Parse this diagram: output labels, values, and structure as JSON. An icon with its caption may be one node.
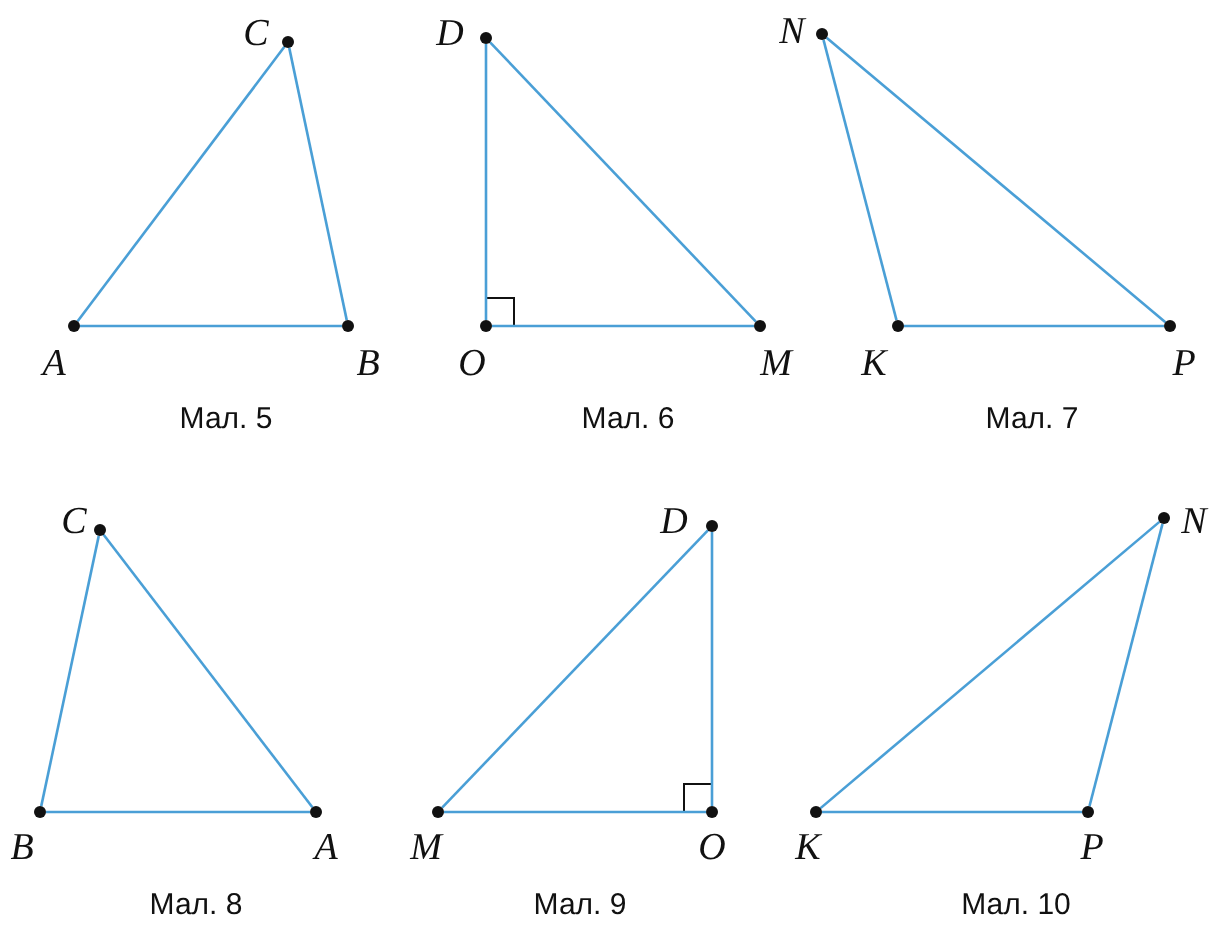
{
  "diagram": {
    "nodes": [
      {
        "text": [],
        "shape": "circle",
        "beside": [
          "C"
        ]
      },
      {
        "text": [],
        "shape": "circle",
        "beside": [
          "A"
        ]
      },
      {
        "text": [],
        "shape": "circle",
        "beside": [
          "B"
        ]
      },
      {
        "text": [],
        "shape": "circle",
        "beside": [
          "D"
        ]
      },
      {
        "text": [],
        "shape": "circle",
        "beside": [
          "O"
        ]
      },
      {
        "text": [],
        "shape": "circle",
        "beside": [
          "M"
        ]
      },
      {
        "text": [],
        "shape": "circle",
        "beside": [
          "N"
        ]
      },
      {
        "text": [],
        "shape": "circle",
        "beside": [
          "K"
        ]
      },
      {
        "text": [],
        "shape": "circle",
        "beside": [
          "P"
        ]
      },
      {
        "text": [],
        "shape": "circle",
        "beside": [
          "C"
        ]
      },
      {
        "text": [],
        "shape": "circle",
        "beside": [
          "B"
        ]
      },
      {
        "text": [],
        "shape": "circle",
        "beside": [
          "A"
        ]
      },
      {
        "text": [],
        "shape": "circle",
        "beside": [
          "D"
        ]
      },
      {
        "text": [],
        "shape": "circle",
        "beside": [
          "M"
        ]
      },
      {
        "text": [],
        "shape": "circle",
        "beside": [
          "O"
        ]
      },
      {
        "text": [],
        "shape": "circle",
        "beside": [
          "N"
        ]
      },
      {
        "text": [],
        "shape": "circle",
        "beside": [
          "K"
        ]
      },
      {
        "text": [],
        "shape": "circle",
        "beside": [
          "P"
        ]
      }
    ],
    "edges": [
      {
        "from": 0,
        "to": 1,
        "arrow": "none"
      },
      {
        "from": 1,
        "to": 2,
        "arrow": "none"
      },
      {
        "from": 2,
        "to": 0,
        "arrow": "none"
      },
      {
        "from": 3,
        "to": 4,
        "arrow": "none"
      },
      {
        "from": 4,
        "to": 5,
        "arrow": "none"
      },
      {
        "from": 5,
        "to": 3,
        "arrow": "none"
      },
      {
        "from": 6,
        "to": 7,
        "arrow": "none"
      },
      {
        "from": 7,
        "to": 8,
        "arrow": "none"
      },
      {
        "from": 8,
        "to": 6,
        "arrow": "none"
      },
      {
        "from": 9,
        "to": 10,
        "arrow": "none"
      },
      {
        "from": 10,
        "to": 11,
        "arrow": "none"
      },
      {
        "from": 11,
        "to": 9,
        "arrow": "none"
      },
      {
        "from": 12,
        "to": 13,
        "arrow": "none"
      },
      {
        "from": 13,
        "to": 14,
        "arrow": "none"
      },
      {
        "from": 14,
        "to": 12,
        "arrow": "none"
      },
      {
        "from": 15,
        "to": 16,
        "arrow": "none"
      },
      {
        "from": 16,
        "to": 17,
        "arrow": "none"
      },
      {
        "from": 17,
        "to": 15,
        "arrow": "none"
      }
    ],
    "labels": [
      "Мал. 5",
      "Мал. 6",
      "Мал. 7",
      "Мал. 8",
      "Мал. 9",
      "Мал. 10"
    ]
  }
}
